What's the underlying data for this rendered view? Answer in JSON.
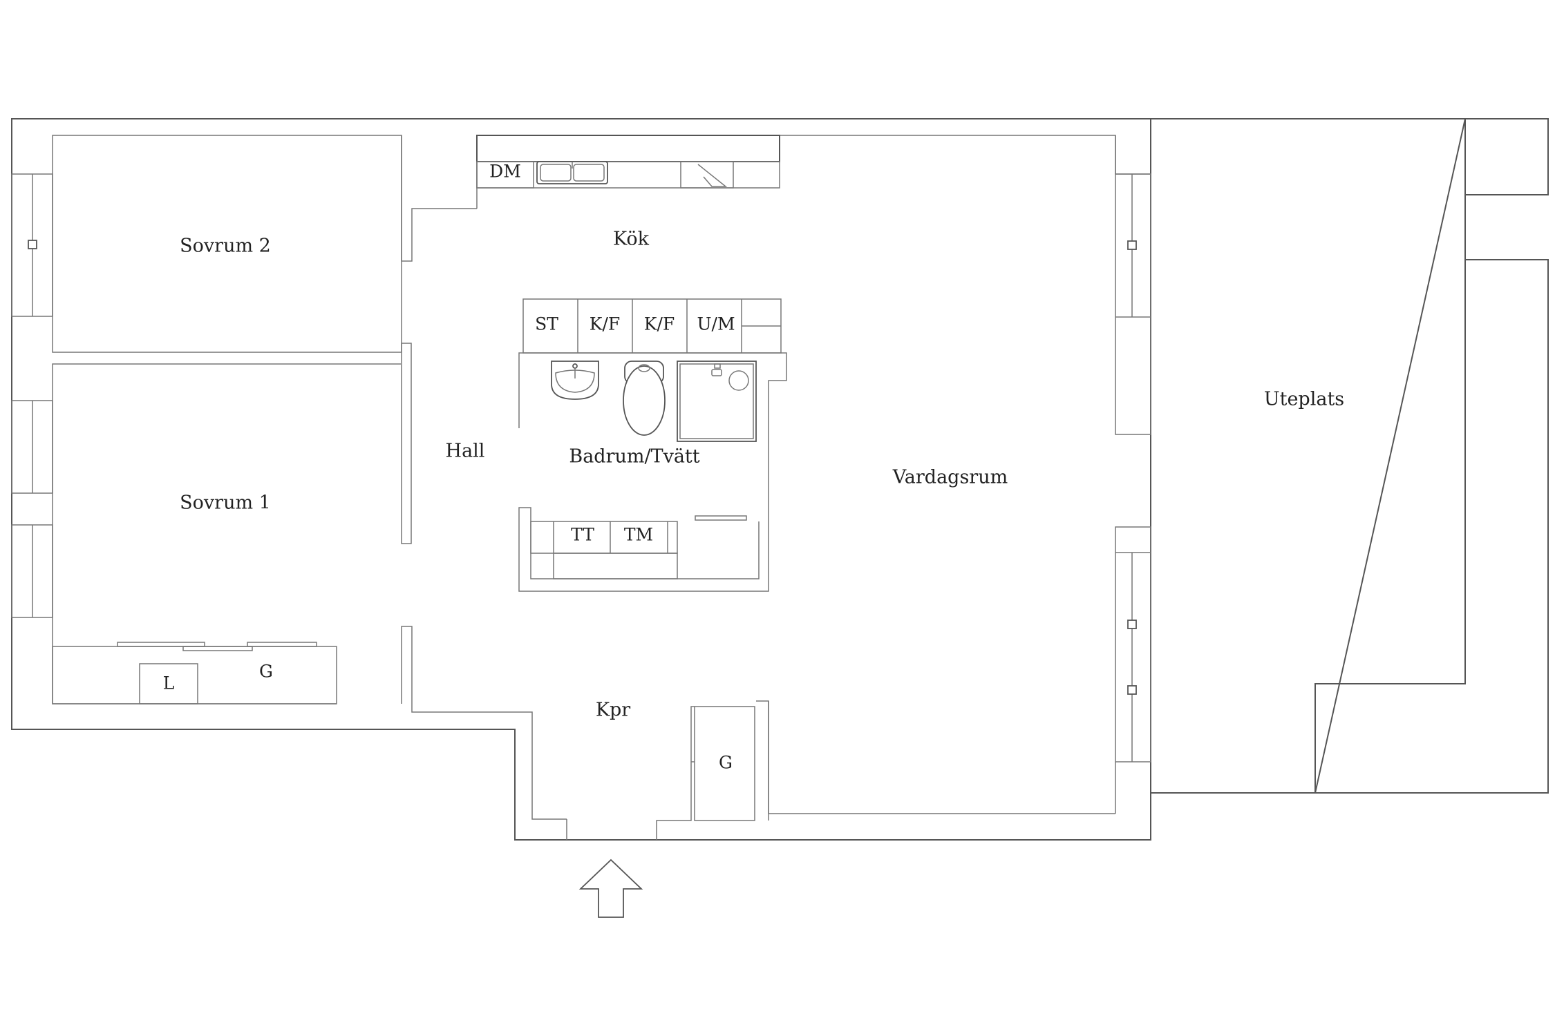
{
  "rooms": {
    "sovrum2": "Sovrum 2",
    "sovrum1": "Sovrum 1",
    "kok": "Kök",
    "hall": "Hall",
    "badrum": "Badrum/Tvätt",
    "vardagsrum": "Vardagsrum",
    "uteplats": "Uteplats",
    "kpr": "Kpr"
  },
  "fixtures": {
    "dm": "DM",
    "st": "ST",
    "kf1": "K/F",
    "kf2": "K/F",
    "um": "U/M",
    "tt": "TT",
    "tm": "TM",
    "l": "L",
    "g_bedroom": "G",
    "g_hall": "G"
  },
  "colors": {
    "line": "#555555",
    "text": "#222222",
    "background": "#ffffff"
  }
}
